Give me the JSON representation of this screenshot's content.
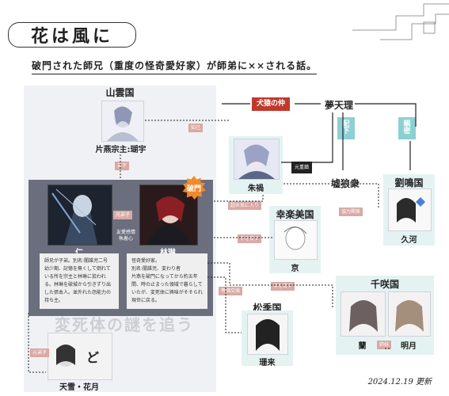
{
  "header": {
    "title": "花は風に",
    "subtitle": "破門された師兄（重度の怪奇愛好家）が師弟に××される話。"
  },
  "regions": {
    "yamakumo": "山雲国",
    "korakumi": "幸楽美国",
    "chisaki": "千咲国",
    "matsuki": "松季国",
    "ryumei": "劉鳴国"
  },
  "nodes": {
    "mutenri": "夢天理",
    "kirou": "墟狼衆",
    "shuka": "朱禍",
    "kyuka": "久河",
    "sou": "片燕宗主:瑚宇",
    "jin": "仁",
    "rinrin": "林琳",
    "kyou": "京",
    "ran": "蘭",
    "meigetsu": "明月",
    "sanrai": "珊来",
    "tensetsu": "天雪・花月"
  },
  "tags": {
    "inuzaru": "犬猿の仲",
    "haika": "配下",
    "shinmitsu": "親密",
    "motojuuzoku": "元重鎮",
    "chiki": "知己",
    "deshi": "弟子",
    "shitei": "兄弟子",
    "hamon": "破門",
    "kizuna": "友愛感情\n執着心",
    "chokai": "超お気に入り",
    "kyoryoku": "協力関係",
    "tewokasu1": "手を貸す",
    "tewokasu2": "手を貸す",
    "tougai": "等価交換",
    "kyodai": "姉妹",
    "oyako": "元弟子"
  },
  "descriptions": {
    "jin": "師兄が子弟。別名:闇誰児二号\n幼少期、記憶を無くして倒れている所を宗主と林琳に拾われる。林琳を破城から引きずり出した張本人。並外れた怨能力の持ち主。",
    "rinrin": "怪奇愛好家。\n別名:闇誰児、変わり者\n片燕を破門になってから約五年間、時の止まった領域で暮らしていたが、変死体に興味がそそられ現世に戻る。"
  },
  "banner": "変死体の謎を追う",
  "footer": {
    "date": "2024.12.19 更新"
  },
  "colors": {
    "accent_red": "#c0392b",
    "teal": "#8cd0d3",
    "tag_pink": "#d9a9a4",
    "burst_orange": "#f08a2c"
  }
}
